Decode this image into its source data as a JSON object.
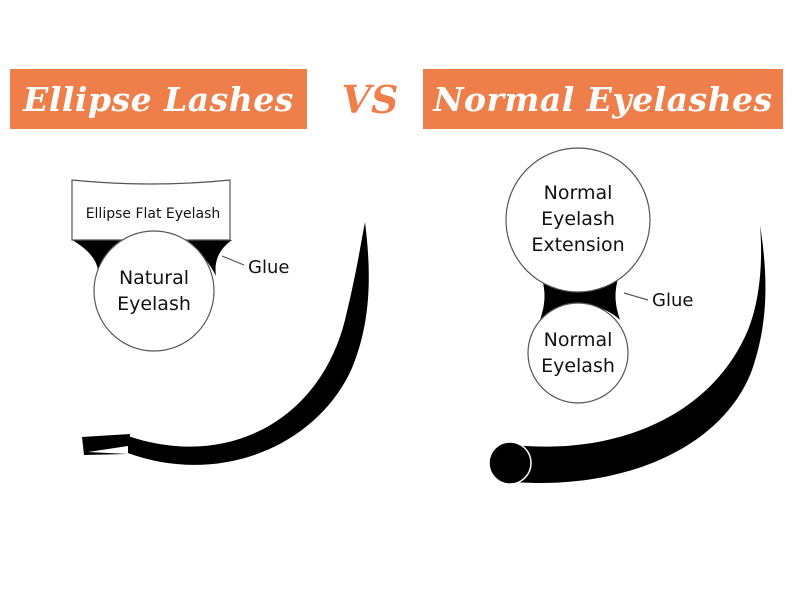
{
  "colors": {
    "accent": "#ee7f4b",
    "banner_text": "#ffffff",
    "lash": "#000000",
    "outline": "#555555"
  },
  "header": {
    "left_title": "Ellipse Lashes",
    "vs": "VS",
    "right_title": "Normal Eyelashes"
  },
  "left_diagram": {
    "flat_lash_label": "Ellipse Flat Eyelash",
    "natural_label_line1": "Natural",
    "natural_label_line2": "Eyelash",
    "glue_label": "Glue"
  },
  "right_diagram": {
    "extension_label_line1": "Normal",
    "extension_label_line2": "Eyelash",
    "extension_label_line3": "Extension",
    "natural_label_line1": "Normal",
    "natural_label_line2": "Eyelash",
    "glue_label": "Glue"
  }
}
